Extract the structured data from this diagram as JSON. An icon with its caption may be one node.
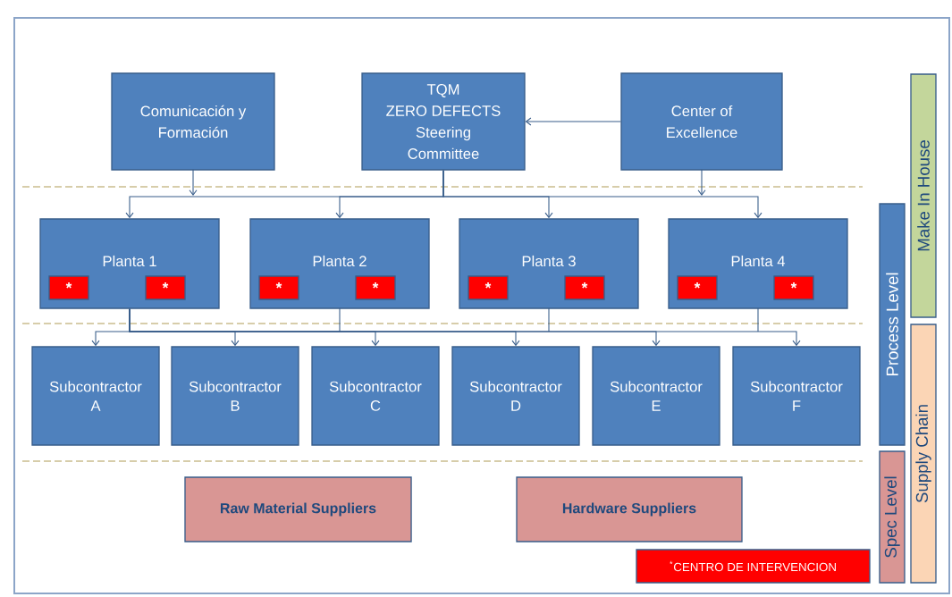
{
  "diagram": {
    "nodes": [
      {
        "text": [
          "Comunicación y Formación"
        ]
      },
      {
        "text": [
          "TQM",
          "ZERO DEFECTS",
          "Steering Committee"
        ]
      },
      {
        "text": [
          "Center of Excellence"
        ]
      },
      {
        "text": [
          "Planta 1"
        ]
      },
      {
        "text": [
          "*"
        ],
        "in": 3
      },
      {
        "text": [
          "*"
        ],
        "in": 3
      },
      {
        "text": [
          "Planta 2"
        ]
      },
      {
        "text": [
          "*"
        ],
        "in": 6
      },
      {
        "text": [
          "*"
        ],
        "in": 6
      },
      {
        "text": [
          "Planta 3"
        ]
      },
      {
        "text": [
          "*"
        ],
        "in": 9
      },
      {
        "text": [
          "*"
        ],
        "in": 9
      },
      {
        "text": [
          "Planta 4"
        ]
      },
      {
        "text": [
          "*"
        ],
        "in": 12
      },
      {
        "text": [
          "*"
        ],
        "in": 12
      },
      {
        "text": [
          "Subcontractor A"
        ]
      },
      {
        "text": [
          "Subcontractor B"
        ]
      },
      {
        "text": [
          "Subcontractor C"
        ]
      },
      {
        "text": [
          "Subcontractor D"
        ]
      },
      {
        "text": [
          "Subcontractor E"
        ]
      },
      {
        "text": [
          "Subcontractor F"
        ]
      },
      {
        "text": [
          "Raw Material Suppliers"
        ]
      },
      {
        "text": [
          "Hardware Suppliers"
        ]
      },
      {
        "text": [
          "Make In House"
        ]
      },
      {
        "text": [
          "Process Level"
        ]
      },
      {
        "text": [
          "Supply Chain"
        ]
      },
      {
        "text": [
          "Spec Level"
        ]
      }
    ],
    "edges": [
      {
        "from": 1,
        "to": 3,
        "arrow": "to"
      },
      {
        "from": 1,
        "to": 6,
        "arrow": "to"
      },
      {
        "from": 1,
        "to": 9,
        "arrow": "to"
      },
      {
        "from": 1,
        "to": 12,
        "arrow": "to"
      },
      {
        "from": 0,
        "to": null,
        "arrow": "to"
      },
      {
        "from": 2,
        "to": null,
        "arrow": "to"
      },
      {
        "from": 2,
        "to": 1,
        "arrow": "to"
      },
      {
        "from": 3,
        "to": 15,
        "arrow": "to"
      },
      {
        "from": 3,
        "to": 16,
        "arrow": "to"
      },
      {
        "from": 3,
        "to": 17,
        "arrow": "to"
      },
      {
        "from": 3,
        "to": 18,
        "arrow": "to"
      },
      {
        "from": 3,
        "to": 19,
        "arrow": "to"
      },
      {
        "from": 3,
        "to": 20,
        "arrow": "to"
      },
      {
        "from": 6,
        "to": null,
        "arrow": "none"
      },
      {
        "from": 9,
        "to": null,
        "arrow": "none"
      },
      {
        "from": 12,
        "to": null,
        "arrow": "none"
      }
    ],
    "legend": [
      {
        "text": "$^{*}$CENTRO DE INTERVENCION",
        "color": "#ff0000"
      }
    ]
  }
}
